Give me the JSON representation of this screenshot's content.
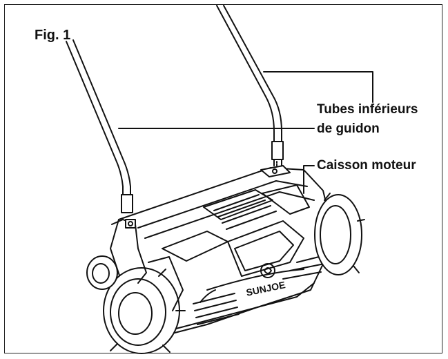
{
  "figure": {
    "label": "Fig. 1"
  },
  "callouts": {
    "handle_tubes_line1": "Tubes inférieurs",
    "handle_tubes_line2": "de guidon",
    "motor_housing": "Caisson moteur"
  },
  "brand": {
    "logo_text": "SUNJOE"
  },
  "colors": {
    "ink": "#111111",
    "background": "#ffffff"
  }
}
